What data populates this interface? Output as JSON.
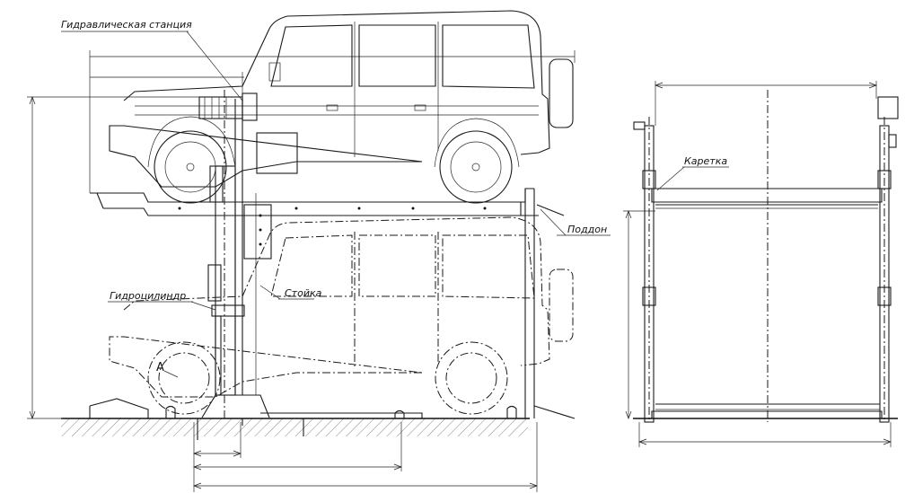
{
  "labels": {
    "hydraulic_station": "Гидравлическая станция",
    "carriage": "Каретка",
    "pallet": "Поддон",
    "hydraulic_cylinder": "Гидроцилиндр",
    "post": "Стойка",
    "view_marker": "A"
  },
  "colors": {
    "line": "#1a1a1a",
    "background": "#ffffff"
  }
}
